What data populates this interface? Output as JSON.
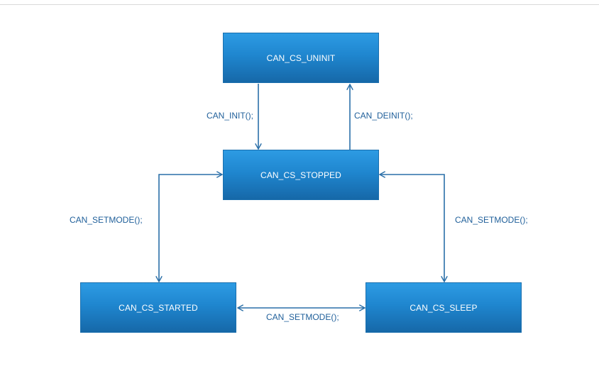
{
  "states": {
    "uninit": "CAN_CS_UNINIT",
    "stopped": "CAN_CS_STOPPED",
    "started": "CAN_CS_STARTED",
    "sleep": "CAN_CS_SLEEP"
  },
  "transitions": {
    "init": "CAN_INIT();",
    "deinit": "CAN_DEINIT();",
    "setmode_left": "CAN_SETMODE();",
    "setmode_right": "CAN_SETMODE();",
    "setmode_bottom": "CAN_SETMODE();"
  },
  "colors": {
    "box_top": "#2d9be3",
    "box_bottom": "#1668a8",
    "connector": "#2a6fa8",
    "label_text": "#1f5f9a"
  }
}
